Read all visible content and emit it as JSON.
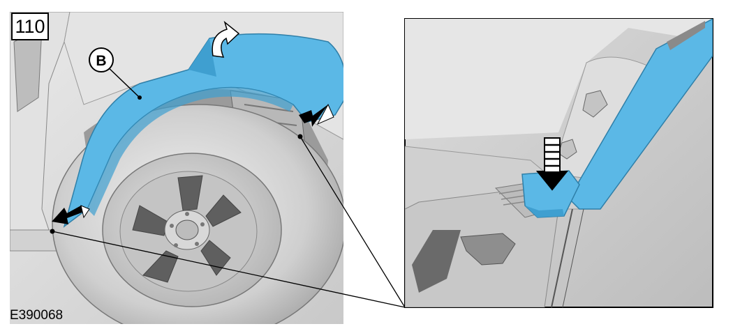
{
  "step_number": "110",
  "callout_label": "B",
  "figure_code": "E390068",
  "colors": {
    "component": "#5bb8e6",
    "component_dark": "#3f9fd0",
    "background_part": "#d8d8d8",
    "outline": "#000000"
  }
}
